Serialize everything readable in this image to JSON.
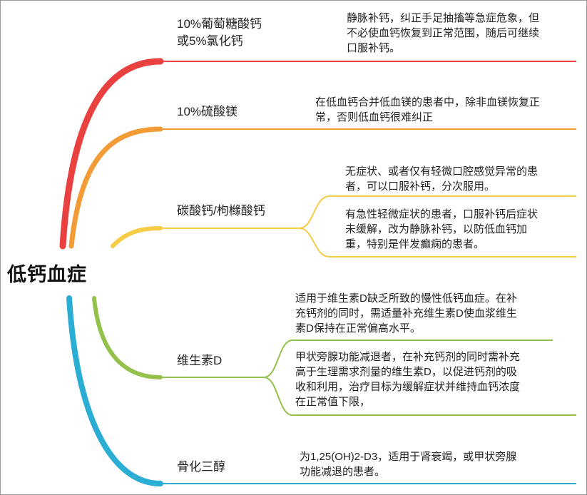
{
  "root": {
    "label": "低钙血症"
  },
  "branches": [
    {
      "label": "10%葡萄糖酸钙\n或5%氯化钙",
      "color": "#e8413f",
      "leaves": [
        {
          "text": "静脉补钙，纠正手足抽搐等急症危象，但\n不必使血钙恢复到正常范围，随后可继续\n口服补钙。"
        }
      ]
    },
    {
      "label": "10%硫酸镁",
      "color": "#f29b37",
      "leaves": [
        {
          "text": "在低血钙合并低血镁的患者中，除非血镁恢复正\n常，否则低血钙很难纠正"
        }
      ]
    },
    {
      "label": "碳酸钙/枸橼酸钙",
      "color": "#f7cd46",
      "leaves": [
        {
          "text": "无症状、或者仅有轻微口腔感觉异常的患\n者，可以口服补钙，分次服用。"
        },
        {
          "text": "有急性轻微症状的患者，口服补钙后症状\n未缓解，改为静脉补钙，以防低血钙加\n重，特别是伴发癫痫的患者。"
        }
      ]
    },
    {
      "label": "维生素D",
      "color": "#93c14b",
      "leaves": [
        {
          "text": "适用于维生素D缺乏所致的慢性低钙血症。在补\n充钙剂的同时，需适量补充维生素D使血浆维生\n素D保持在正常偏高水平。"
        },
        {
          "text": "甲状旁腺功能减退者，在补充钙剂的同时需补充\n高于生理需求剂量的维生素D，以促进钙剂的吸\n收和利用，治疗目标为缓解症状并维持血钙浓度\n在正常值下限，"
        }
      ]
    },
    {
      "label": "骨化三醇",
      "color": "#2aaed3",
      "leaves": [
        {
          "text": "为1,25(OH)2-D3，适用于肾衰竭，或甲状旁腺\n功能减退的患者。"
        }
      ]
    }
  ]
}
